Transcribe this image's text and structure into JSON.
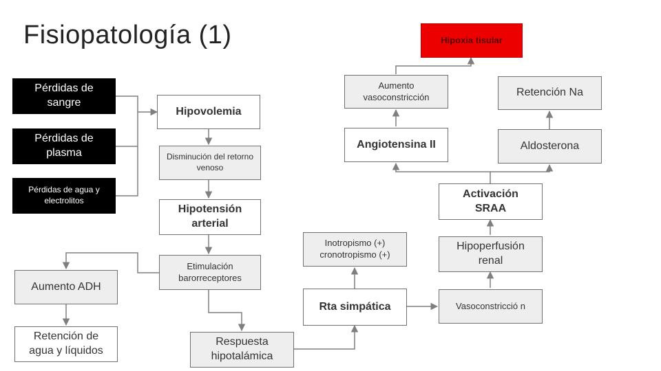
{
  "title": "Fisiopatología (1)",
  "colors": {
    "red_box": "#ec0000",
    "black_box": "#000000",
    "grey_box": "#eeeeee",
    "line": "#7f7f7f"
  },
  "nodes": {
    "perdidas_sangre": "Pérdidas de sangre",
    "perdidas_plasma": "Pérdidas de plasma",
    "perdidas_agua": "Pérdidas de agua y electrolitos",
    "hipovolemia": "Hipovolemia",
    "disminucion_retorno": "Disminución del retorno venoso",
    "hipotension": "Hipotensión arterial",
    "estimulacion": "Etimulación barorreceptores",
    "aumento_adh": "Aumento ADH",
    "retencion_agua": "Retención de agua y líquidos",
    "respuesta_hipotalamica": "Respuesta hipotalámica",
    "rta_simpatica": "Rta simpática",
    "inotropismo": "Inotropismo (+) cronotropismo (+)",
    "vasoconstriccion": "Vasoconstricció n",
    "hipoperfusion": "Hipoperfusión renal",
    "activacion_sraa": "Activación SRAA",
    "angiotensina": "Angiotensina II",
    "aldosterona": "Aldosterona",
    "aumento_vaso": "Aumento vasoconstricción",
    "retencion_na": "Retención Na",
    "hipoxia": "Hipoxia tisular"
  }
}
